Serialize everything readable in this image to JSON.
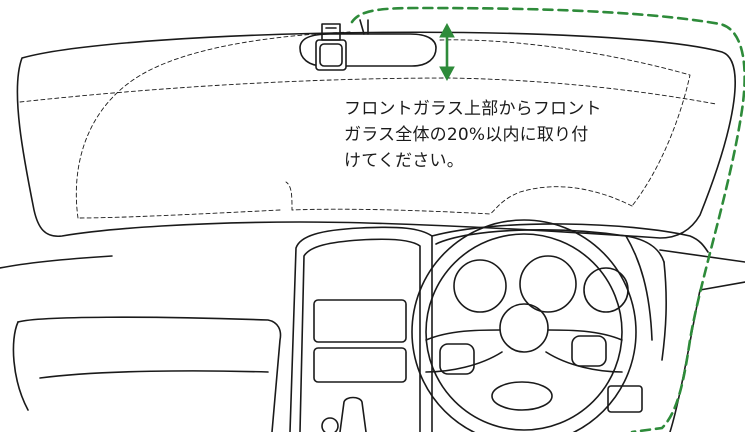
{
  "instruction": {
    "lines": [
      "フロントガラス上部からフロント",
      "ガラス全体の20%以内に取り付",
      "けてください。"
    ]
  },
  "colors": {
    "line": "#1a1a1a",
    "accent_green": "#2e8b3a",
    "background": "#ffffff"
  },
  "icons": {
    "height_arrow": "double-headed vertical arrow",
    "mounting_area": "green dashed boundary"
  }
}
